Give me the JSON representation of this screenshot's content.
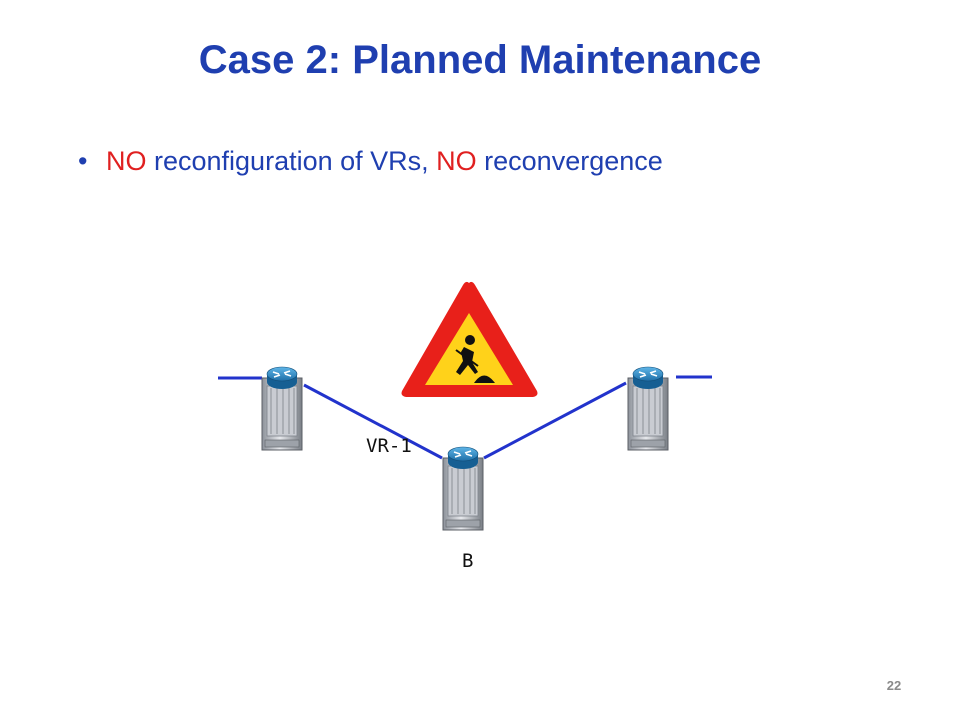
{
  "slide": {
    "title": "Case 2: Planned Maintenance",
    "bullet": {
      "symbol": "•",
      "parts": [
        {
          "text": "NO",
          "color": "#e02020"
        },
        {
          "text": " reconfiguration of VRs, ",
          "color": "#1f3fb0"
        },
        {
          "text": "NO",
          "color": "#e02020"
        },
        {
          "text": " reconvergence",
          "color": "#1f3fb0"
        }
      ]
    },
    "page_number": "22"
  },
  "diagram": {
    "nodes": [
      {
        "id": "left-router",
        "label": ""
      },
      {
        "id": "router-b",
        "label": "B"
      },
      {
        "id": "right-router",
        "label": ""
      }
    ],
    "links": [
      {
        "from": "left-router",
        "to": "router-b",
        "label": "VR-1"
      },
      {
        "from": "router-b",
        "to": "right-router",
        "label": ""
      }
    ],
    "sign": {
      "icon": "men-at-work-sign-icon"
    },
    "colors": {
      "link": "#2233cc",
      "router_top": "#2a8fd0",
      "sign_border": "#e8201a",
      "sign_fill": "#ffd21a"
    }
  }
}
